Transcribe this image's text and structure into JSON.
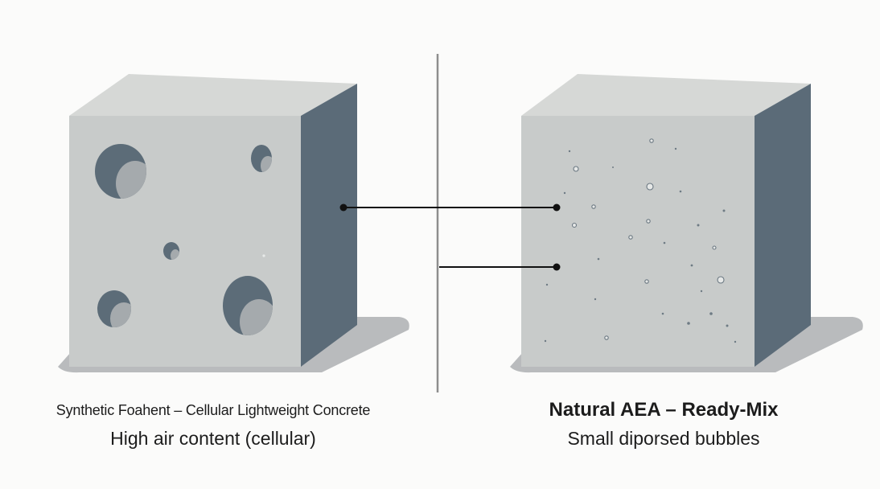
{
  "colors": {
    "background": "#fbfbfa",
    "block_front": "#c8cbca",
    "block_top": "#d6d8d6",
    "block_side": "#5b6b78",
    "shadow": "#b9bbbd",
    "void": "#5c6c78",
    "void_highlight": "#a5aaad",
    "divider": "#8d8d8d",
    "leader": "#111111"
  },
  "panels": {
    "left": {
      "title": "Synthetic Foahent – Cellular Lightweight Concrete",
      "subtitle": "High air content (cellular)"
    },
    "right": {
      "title": "Natural AEA – Ready-Mix",
      "subtitle": "Small diporsed bubbles"
    }
  }
}
